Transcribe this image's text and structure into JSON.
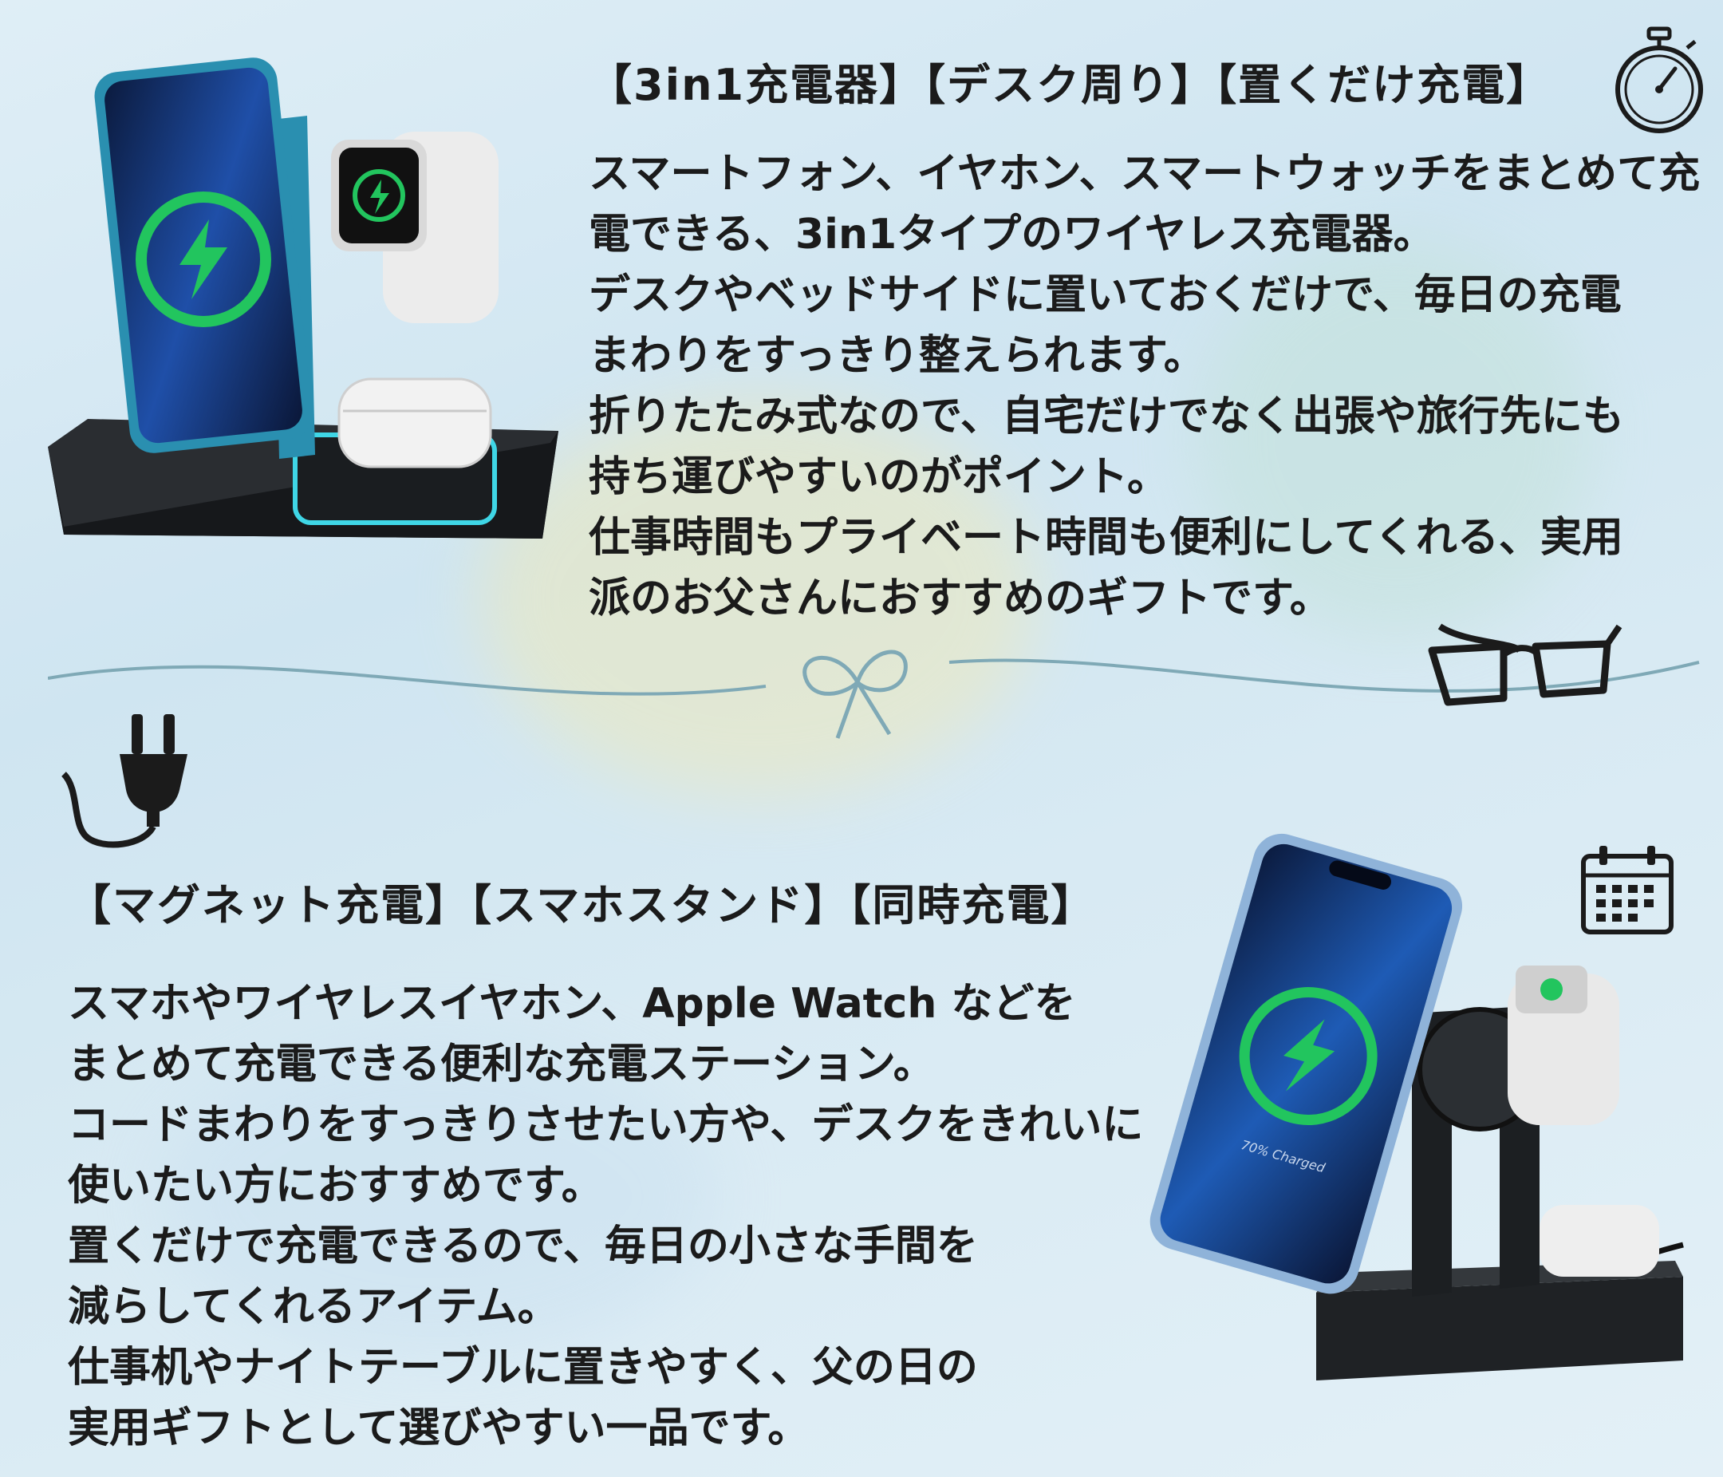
{
  "section1": {
    "tags": "【3in1充電器】【デスク周り】【置くだけ充電】",
    "lines": [
      "スマートフォン、イヤホン、スマートウォッチをまとめて充",
      "電できる、3in1タイプのワイヤレス充電器。",
      "デスクやベッドサイドに置いておくだけで、毎日の充電",
      "まわりをすっきり整えられます。",
      "折りたたみ式なので、自宅だけでなく出張や旅行先にも",
      "持ち運びやすいのがポイント。",
      "仕事時間もプライベート時間も便利にしてくれる、実用",
      "派のお父さんにおすすめのギフトです。"
    ]
  },
  "section2": {
    "tags": "【マグネット充電】【スマホスタンド】【同時充電】",
    "lines": [
      "スマホやワイヤレスイヤホン、Apple Watch などを",
      "まとめて充電できる便利な充電ステーション。",
      "コードまわりをすっきりさせたい方や、デスクをきれいに",
      "使いたい方におすすめです。",
      "置くだけで充電できるので、毎日の小さな手間を",
      "減らしてくれるアイテム。",
      "仕事机やナイトテーブルに置きやすく、父の日の",
      "実用ギフトとして選びやすい一品です。"
    ]
  },
  "icons": [
    "stopwatch-icon",
    "glasses-icon",
    "ribbon-icon",
    "plug-icon",
    "calendar-icon"
  ],
  "product2_screen_text": "70% Charged",
  "colors": {
    "background": "#d8eaf3",
    "text": "#1b1b1b",
    "charge_green": "#22c55e",
    "ring_cyan": "#3fd6e6"
  }
}
